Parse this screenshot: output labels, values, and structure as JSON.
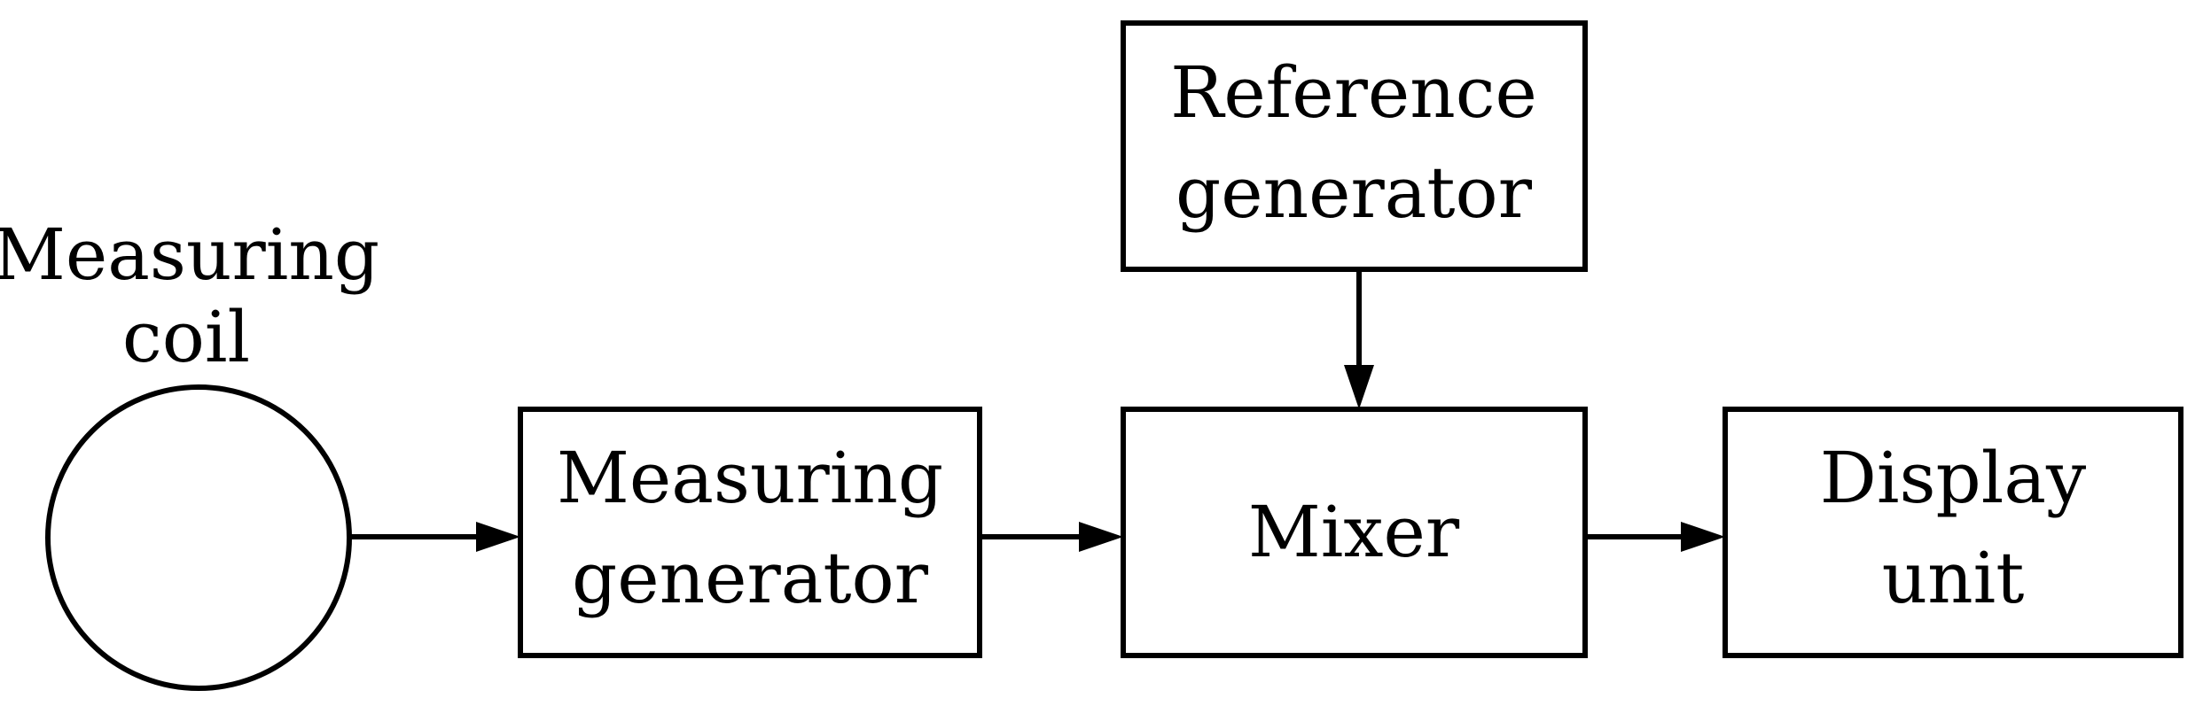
{
  "coil": {
    "label_line1": "Measuring",
    "label_line2": "coil"
  },
  "blocks": {
    "reference_generator": {
      "line1": "Reference",
      "line2": "generator"
    },
    "measuring_generator": {
      "line1": "Measuring",
      "line2": "generator"
    },
    "mixer": {
      "line1": "Mixer"
    },
    "display_unit": {
      "line1": "Display",
      "line2": "unit"
    }
  },
  "connections": [
    {
      "from": "measuring-coil",
      "to": "measuring-generator"
    },
    {
      "from": "measuring-generator",
      "to": "mixer"
    },
    {
      "from": "reference-generator",
      "to": "mixer"
    },
    {
      "from": "mixer",
      "to": "display-unit"
    }
  ]
}
